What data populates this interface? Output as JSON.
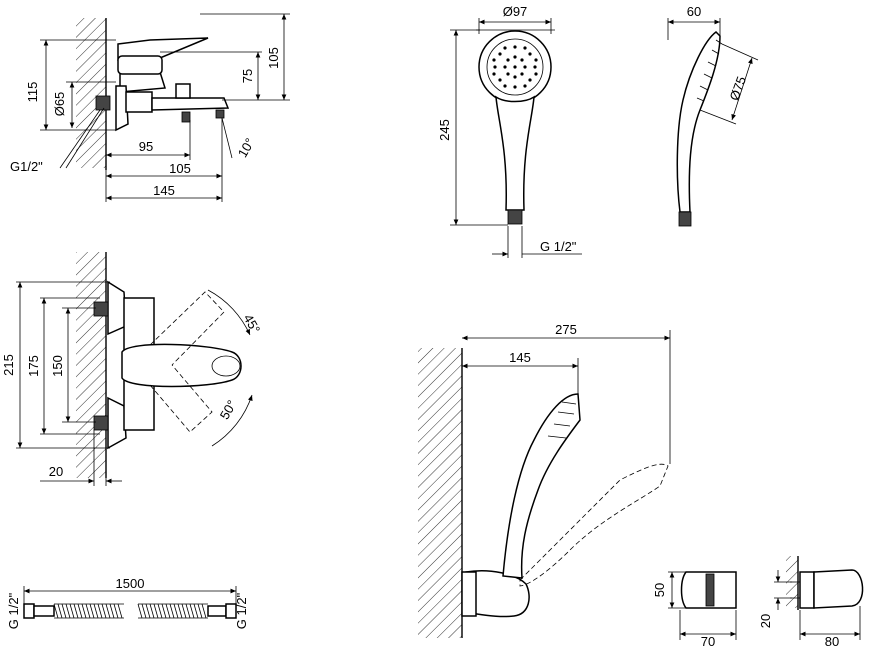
{
  "views": {
    "mixer_side": {
      "dims": {
        "d115": "115",
        "d75": "75",
        "d105v": "105",
        "d65": "Ø65",
        "thread": "G1/2\"",
        "d95": "95",
        "d105h": "105",
        "d10": "10°",
        "d145": "145"
      }
    },
    "handshower_front": {
      "dims": {
        "d97": "Ø97",
        "d245": "245",
        "thread": "G 1/2\""
      }
    },
    "handshower_side": {
      "dims": {
        "d60": "60",
        "d75": "Ø75"
      }
    },
    "mixer_front": {
      "dims": {
        "d215": "215",
        "d175": "175",
        "d150": "150",
        "d20": "20",
        "a45": "45°",
        "a50": "50°"
      }
    },
    "holder_wall": {
      "dims": {
        "d275": "275",
        "d145": "145"
      }
    },
    "hose": {
      "dims": {
        "d1500": "1500",
        "thread_left": "G 1/2\"",
        "thread_right": "G 1/2\""
      }
    },
    "holder_detail": {
      "dims": {
        "d50": "50",
        "d70": "70",
        "d20": "20",
        "d80": "80"
      }
    }
  }
}
